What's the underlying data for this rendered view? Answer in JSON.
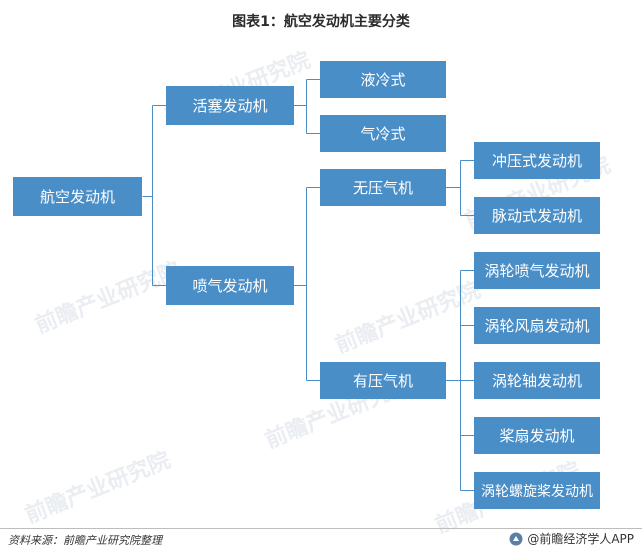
{
  "title": "图表1：航空发动机主要分类",
  "watermark": "前瞻产业研究院",
  "nodes": {
    "root": "航空发动机",
    "piston": "活塞发动机",
    "jet": "喷气发动机",
    "liquid_cooled": "液冷式",
    "air_cooled": "气冷式",
    "non_compressor": "无压气机",
    "compressor": "有压气机",
    "ramjet": "冲压式发动机",
    "pulsejet": "脉动式发动机",
    "turbojet": "涡轮喷气发动机",
    "turbofan": "涡轮风扇发动机",
    "turboshaft": "涡轮轴发动机",
    "propfan": "桨扇发动机",
    "turboprop": "涡轮螺旋桨发动机"
  },
  "footer": {
    "source": "资料来源：前瞻产业研究院整理",
    "brand": "@前瞻经济学人APP"
  },
  "colors": {
    "node_fill": "#4a8ec8",
    "connector": "#4a8ec8",
    "text_on_node": "#ffffff"
  }
}
